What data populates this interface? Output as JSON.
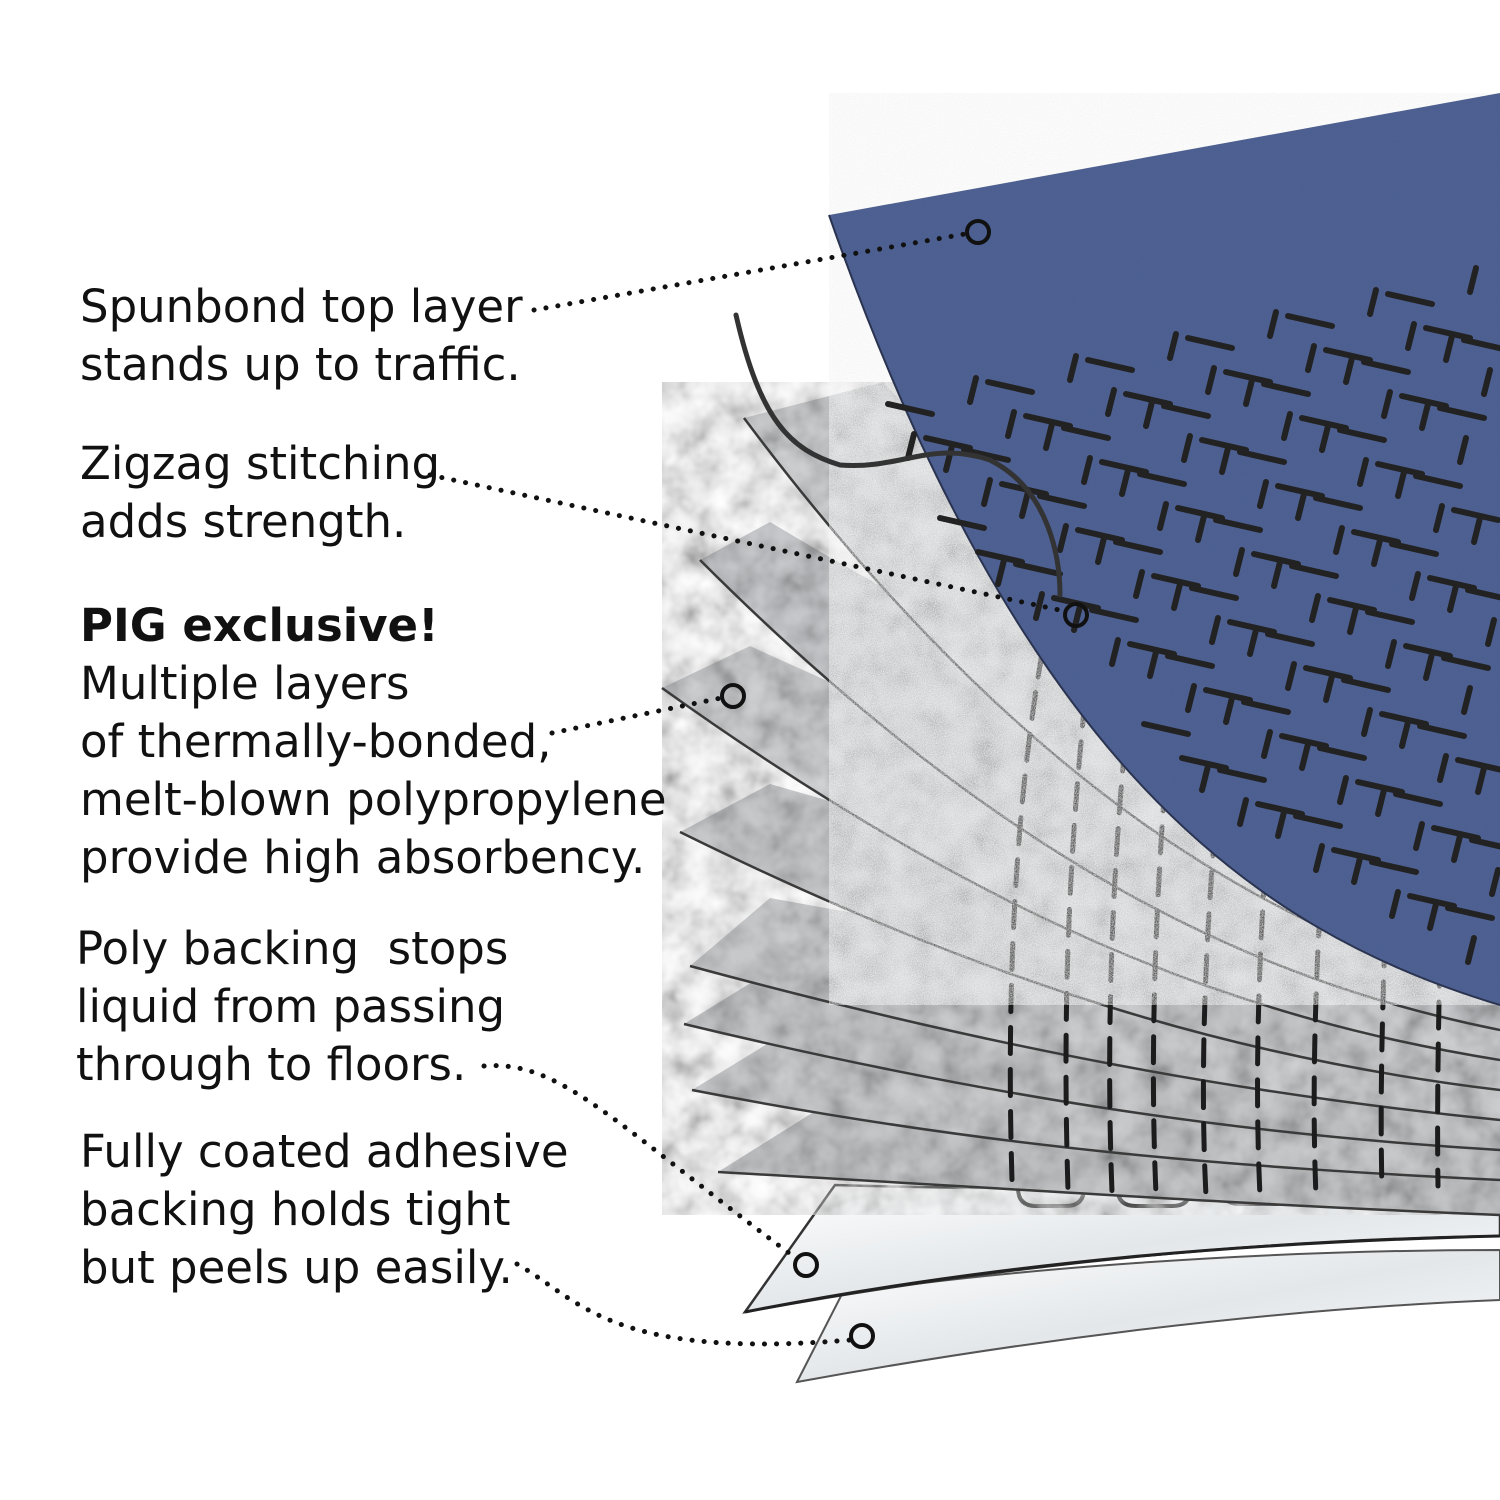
{
  "callouts": [
    {
      "id": "spunbond",
      "lines": [
        "Spunbond top layer",
        "stands up to traffic."
      ]
    },
    {
      "id": "zigzag",
      "lines": [
        "Zigzag stitching",
        "adds strength."
      ]
    },
    {
      "id": "pig",
      "heading": "PIG exclusive!",
      "lines": [
        "Multiple layers",
        "of thermally-bonded,",
        "melt-blown polypropylene",
        "provide high absorbency."
      ]
    },
    {
      "id": "poly",
      "lines": [
        "Poly backing  stops",
        "liquid from passing",
        "through to floors."
      ]
    },
    {
      "id": "adhesive",
      "lines": [
        "Fully coated adhesive",
        "backing holds tight",
        "but peels up easily."
      ]
    }
  ],
  "colors": {
    "top_layer": "#4f6294",
    "stitching": "#222222",
    "absorbent_layers": "#c9cbcd",
    "poly_backing": "#f2f4f6",
    "adhesive_backing": "#f7f9fa",
    "text": "#111111"
  }
}
